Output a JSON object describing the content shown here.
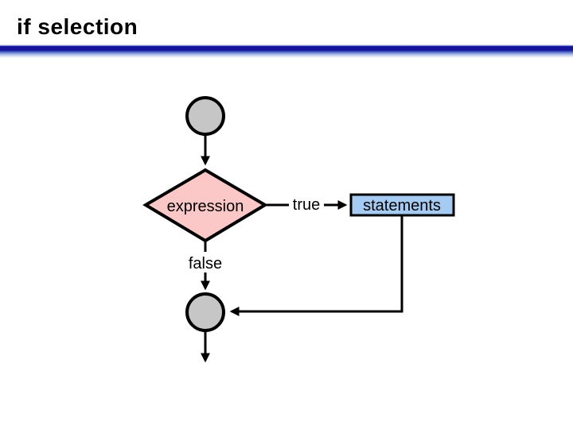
{
  "title": "if selection",
  "flowchart": {
    "decision_label": "expression",
    "true_label": "true",
    "false_label": "false",
    "process_label": "statements"
  },
  "colors": {
    "terminal_fill": "#c6c6c6",
    "decision_fill": "#fbc7c7",
    "process_fill": "#a6cbf3",
    "line": "#000000",
    "accent_bar": "#12129a"
  }
}
